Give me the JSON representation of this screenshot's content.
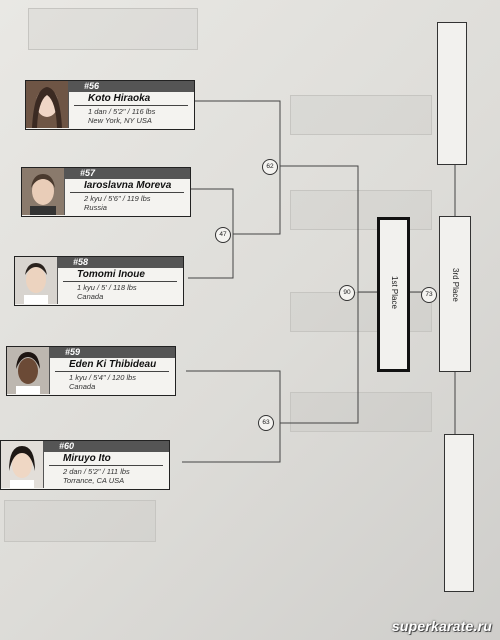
{
  "competitors": [
    {
      "number": "#56",
      "name": "Koto Hiraoka",
      "rank_size": "1 dan / 5'2\" / 116 lbs",
      "location": "New York, NY USA"
    },
    {
      "number": "#57",
      "name": "Iaroslavna Moreva",
      "rank_size": "2 kyu / 5'6\" / 119 lbs",
      "location": "Russia"
    },
    {
      "number": "#58",
      "name": "Tomomi Inoue",
      "rank_size": "1 kyu / 5' / 118 lbs",
      "location": "Canada"
    },
    {
      "number": "#59",
      "name": "Eden Ki Thibideau",
      "rank_size": "1 kyu / 5'4\" / 120 lbs",
      "location": "Canada"
    },
    {
      "number": "#60",
      "name": "Miruyo Ito",
      "rank_size": "2 dan / 5'2\" / 111 lbs",
      "location": "Torrance, CA USA"
    }
  ],
  "matches": {
    "m47": "47",
    "m62": "62",
    "m63": "63",
    "m90": "90",
    "m73": "73"
  },
  "placements": {
    "first": "1st Place",
    "third": "3rd Place"
  },
  "watermark": "superkarate.ru"
}
